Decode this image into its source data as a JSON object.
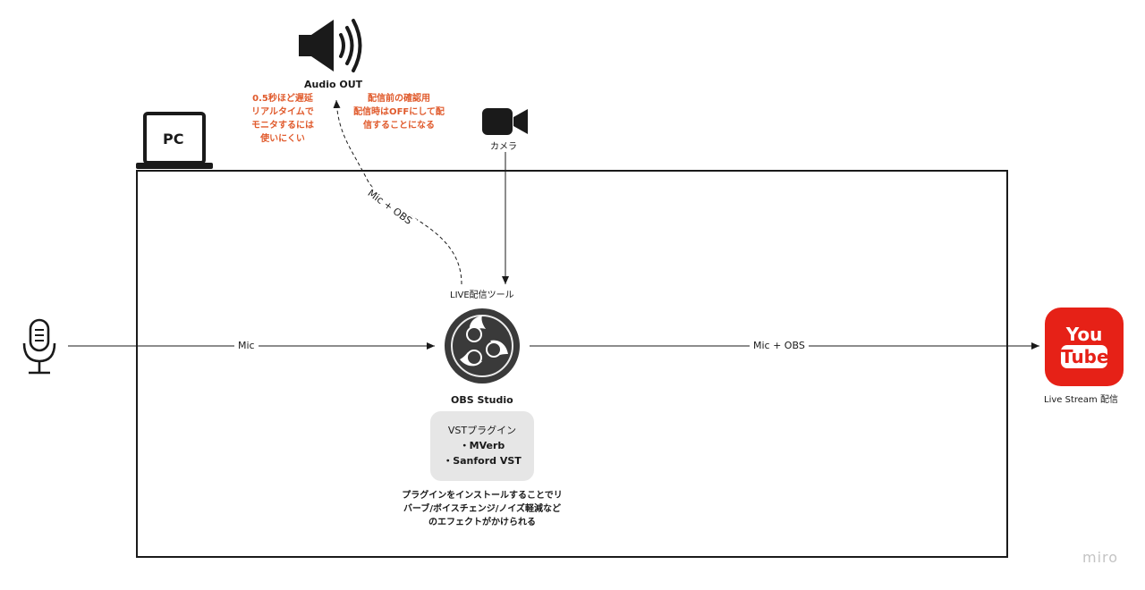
{
  "pc": {
    "label": "PC"
  },
  "speaker": {
    "label": "Audio OUT"
  },
  "latency_note": [
    "0.5秒ほど遅延",
    "リアルタイムで",
    "モニタするには",
    "使いにくい"
  ],
  "monitor_note": [
    "配信前の確認用",
    "配信時はOFFにして配",
    "信することになる"
  ],
  "camera": {
    "label": "カメラ"
  },
  "obs": {
    "tool_label": "LIVE配信ツール",
    "name": "OBS Studio"
  },
  "vst": {
    "title": "VSTプラグイン",
    "items": [
      "・MVerb",
      "・Sanford VST"
    ]
  },
  "plugin_note": [
    "プラグインをインストールすることでリ",
    "バーブ/ボイスチェンジ/ノイズ軽減など",
    "のエフェクトがかけられる"
  ],
  "edges": {
    "mic_to_obs": "Mic",
    "obs_to_youtube": "Mic +  OBS",
    "obs_to_speaker": "Mic + OBS"
  },
  "youtube": {
    "logo_top": "You",
    "logo_bottom": "Tube",
    "label": "Live Stream 配信"
  },
  "watermark": "miro",
  "colors": {
    "youtube_red": "#e62117",
    "note_orange": "#e05a2c",
    "obs_dark": "#3a3a3a"
  }
}
